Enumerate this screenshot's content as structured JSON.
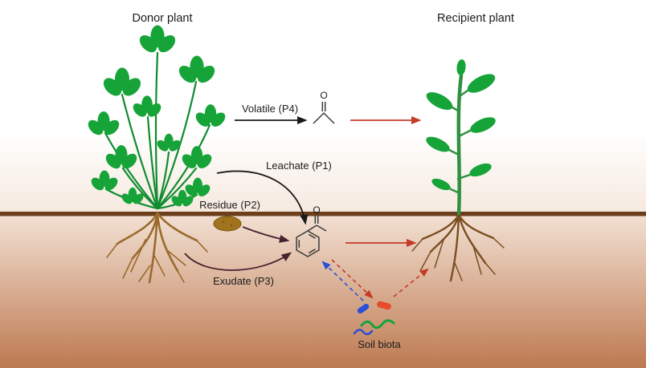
{
  "titles": {
    "donor": "Donor plant",
    "recipient": "Recipient plant"
  },
  "pathways": {
    "volatile": "Volatile (P4)",
    "leachate": "Leachate (P1)",
    "residue": "Residue (P2)",
    "exudate": "Exudate (P3)"
  },
  "soil_biota": {
    "label": "Soil biota"
  },
  "molecules": {
    "volatile_compound": {
      "oxygen_atom": "O"
    },
    "soil_compound": {
      "oxygen_atom": "O"
    }
  },
  "colors": {
    "label_ink": "#1b1b1b",
    "plant_green": "#16a338",
    "plant_green_dark": "#0f8c2f",
    "stem_green": "#2f9140",
    "root_brown": "#9a6a2c",
    "root_brown_dark": "#7a4e1f",
    "soil_line": "#6b3f1d",
    "sky_top": "#ffffff",
    "sky_bottom": "#f6e9df",
    "soil_top": "#f3e2d5",
    "soil_bottom": "#bd7950",
    "arrow_black": "#1a1a1a",
    "arrow_dark": "#45222f",
    "arrow_red": "#c43b28",
    "molecule_ink": "#3a3a3a",
    "residue_fill": "#a0731d",
    "residue_stroke": "#7c5713",
    "biota_blue": "#2b4fd7",
    "biota_red": "#e84b2c",
    "biota_green": "#16a338"
  }
}
